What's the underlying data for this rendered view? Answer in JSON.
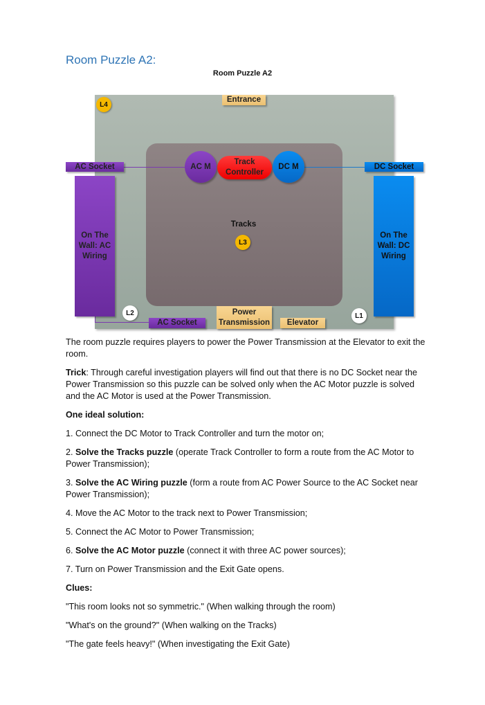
{
  "heading": "Room Puzzle A2:",
  "caption": "Room Puzzle A2",
  "diagram": {
    "entrance": "Entrance",
    "ac_socket_left": "AC Socket",
    "dc_socket": "DC Socket",
    "ac_motor": "AC M",
    "track_controller": "Track Controller",
    "dc_motor": "DC M",
    "ac_wall": "On The Wall: AC Wiring",
    "dc_wall": "On The Wall: DC Wiring",
    "tracks": "Tracks",
    "power_transmission": "Power Transmission",
    "elevator": "Elevator",
    "ac_socket_bottom": "AC Socket",
    "l1": "L1",
    "l2": "L2",
    "l3": "L3",
    "l4": "L4"
  },
  "paragraphs": {
    "intro": "The room puzzle requires players to power the Power Transmission at the Elevator to exit the room.",
    "trick_label": "Trick",
    "trick_text": ": Through careful investigation players will find out that there is no DC Socket near the Power Transmission so this puzzle can be solved only when the AC Motor puzzle is solved and the AC Motor is used at the Power Transmission.",
    "solution_heading": "One ideal solution:",
    "s1": "1. Connect the DC Motor to Track Controller and turn the motor on;",
    "s2_pre": "2. ",
    "s2_bold": "Solve the Tracks puzzle",
    "s2_text": " (operate Track Controller to form a route from the AC Motor to Power Transmission);",
    "s3_pre": "3. ",
    "s3_bold": "Solve the AC Wiring puzzle",
    "s3_text": " (form a route from AC Power Source to the AC Socket near Power Transmission);",
    "s4": "4. Move the AC Motor to the track next to Power Transmission;",
    "s5": "5. Connect the AC Motor to Power Transmission;",
    "s6_pre": "6. ",
    "s6_bold": "Solve the AC Motor puzzle",
    "s6_text": " (connect it with three AC power sources);",
    "s7": "7. Turn on Power Transmission and the Exit Gate opens.",
    "clues_heading": "Clues:",
    "c1": "\"This room looks not so symmetric.\" (When walking through the room)",
    "c2": "\"What's on the ground?\" (When walking on the Tracks)",
    "c3": "\"The gate feels heavy!\" (When investigating the Exit Gate)"
  }
}
